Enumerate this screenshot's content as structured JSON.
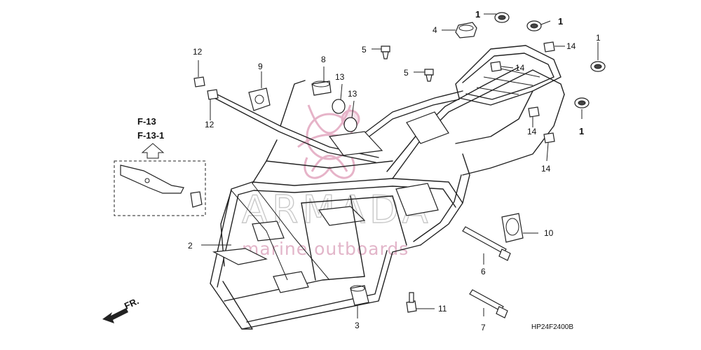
{
  "diagram_code": "HP24F2400B",
  "reference": {
    "line1": "F-13",
    "line2": "F-13-1"
  },
  "direction": "FR.",
  "watermark": {
    "brand": "ARMADA",
    "tagline": "marine outboards",
    "colors": {
      "logo": "#e6b3c8",
      "text": "#c6c6c6"
    }
  },
  "callouts": [
    {
      "id": "c1a",
      "number": "1"
    },
    {
      "id": "c1b",
      "number": "1"
    },
    {
      "id": "c1c",
      "number": "1"
    },
    {
      "id": "c1d",
      "number": "1"
    },
    {
      "id": "c2",
      "number": "2"
    },
    {
      "id": "c3",
      "number": "3"
    },
    {
      "id": "c4",
      "number": "4"
    },
    {
      "id": "c5a",
      "number": "5"
    },
    {
      "id": "c5b",
      "number": "5"
    },
    {
      "id": "c6",
      "number": "6"
    },
    {
      "id": "c7",
      "number": "7"
    },
    {
      "id": "c8",
      "number": "8"
    },
    {
      "id": "c9",
      "number": "9"
    },
    {
      "id": "c10",
      "number": "10"
    },
    {
      "id": "c11",
      "number": "11"
    },
    {
      "id": "c12a",
      "number": "12"
    },
    {
      "id": "c12b",
      "number": "12"
    },
    {
      "id": "c13a",
      "number": "13"
    },
    {
      "id": "c13b",
      "number": "13"
    },
    {
      "id": "c14a",
      "number": "14"
    },
    {
      "id": "c14b",
      "number": "14"
    },
    {
      "id": "c14c",
      "number": "14"
    },
    {
      "id": "c14d",
      "number": "14"
    }
  ]
}
